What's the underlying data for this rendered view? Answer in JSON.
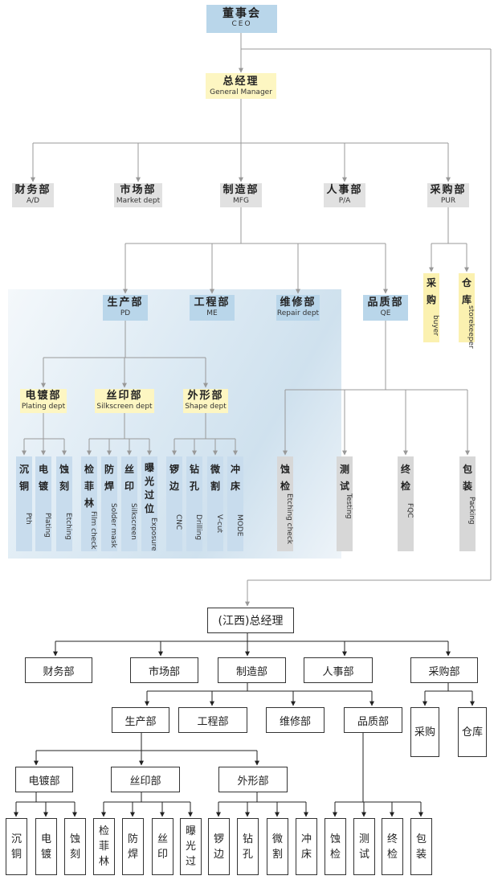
{
  "top": {
    "board": {
      "zh": "董事会",
      "en": "CEO"
    },
    "gm": {
      "zh": "总经理",
      "en": "General Manager"
    },
    "depts": [
      {
        "zh": "财务部",
        "en": "A/D"
      },
      {
        "zh": "市场部",
        "en": "Market dept"
      },
      {
        "zh": "制造部",
        "en": "MFG"
      },
      {
        "zh": "人事部",
        "en": "P/A"
      },
      {
        "zh": "采购部",
        "en": "PUR"
      }
    ],
    "mfg_subs": [
      {
        "zh": "生产部",
        "en": "PD"
      },
      {
        "zh": "工程部",
        "en": "ME"
      },
      {
        "zh": "维修部",
        "en": "Repair dept"
      },
      {
        "zh": "品质部",
        "en": "QE"
      }
    ],
    "pur_subs": [
      {
        "zh": "采购",
        "en": "buyer"
      },
      {
        "zh": "仓库",
        "en": "storekeeper"
      }
    ],
    "pd_subs": [
      {
        "zh": "电镀部",
        "en": "Plating dept"
      },
      {
        "zh": "丝印部",
        "en": "Silkscreen dept"
      },
      {
        "zh": "外形部",
        "en": "Shape dept"
      }
    ],
    "plating": [
      {
        "zh": "沉铜",
        "en": "Pth"
      },
      {
        "zh": "电镀",
        "en": "Plating"
      },
      {
        "zh": "蚀刻",
        "en": "Etching"
      }
    ],
    "silk": [
      {
        "zh": "检菲林",
        "en": "Film check"
      },
      {
        "zh": "防焊",
        "en": "Solder mask"
      },
      {
        "zh": "丝印",
        "en": "Silkscreen"
      },
      {
        "zh": "曝光过位",
        "en": "Exposure"
      }
    ],
    "shape": [
      {
        "zh": "锣边",
        "en": "CNC"
      },
      {
        "zh": "钻孔",
        "en": "Drilling"
      },
      {
        "zh": "微割",
        "en": "V-cut"
      },
      {
        "zh": "冲床",
        "en": "MODE"
      }
    ],
    "qe": [
      {
        "zh": "蚀检",
        "en": "Etching check"
      },
      {
        "zh": "测试",
        "en": "Testing"
      },
      {
        "zh": "终检",
        "en": "FQC"
      },
      {
        "zh": "包装",
        "en": "Packing"
      }
    ]
  },
  "bottom": {
    "gm": "(江西)总经理",
    "depts": [
      "财务部",
      "市场部",
      "制造部",
      "人事部",
      "采购部"
    ],
    "mfg_subs": [
      "生产部",
      "工程部",
      "维修部",
      "品质部"
    ],
    "pur_subs": [
      "采购",
      "仓库"
    ],
    "pd_subs": [
      "电镀部",
      "丝印部",
      "外形部"
    ],
    "plating": [
      "沉铜",
      "电镀",
      "蚀刻"
    ],
    "silk": [
      "检菲林",
      "防焊",
      "丝印",
      "曝光过"
    ],
    "shape": [
      "锣边",
      "钻孔",
      "微割",
      "冲床"
    ],
    "qe": [
      "蚀检",
      "测试",
      "终检",
      "包装"
    ]
  },
  "colors": {
    "blue_box": "#b9d6ea",
    "yellow_box": "#fdf6c2",
    "gray_box": "#e1e1e1",
    "line": "#999999",
    "bottom_line": "#222222"
  }
}
